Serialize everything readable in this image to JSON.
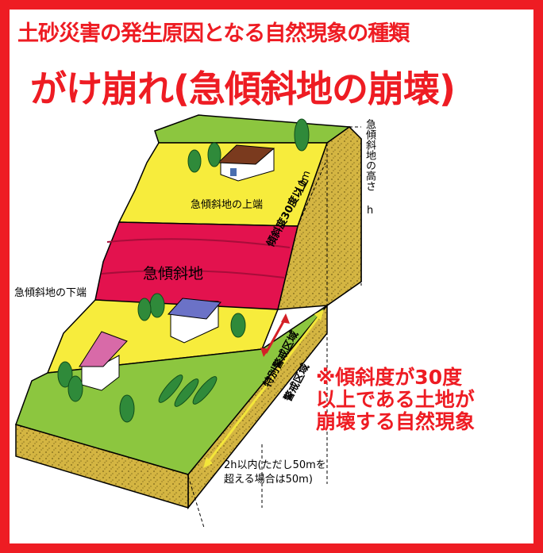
{
  "title": {
    "line1": "土砂災害の発生原因となる自然現象の種類",
    "line2": "がけ崩れ(急傾斜地の崩壊)"
  },
  "labels": {
    "height_label": "急傾斜地の高さ",
    "height_symbol": "h",
    "top_edge": "急傾斜地の上端",
    "ten_m": "10m",
    "slope": "急傾斜地",
    "bottom_edge": "急傾斜地の下端",
    "incline": "傾斜度30度以上",
    "special_zone": "特別警戒区域",
    "warning_zone": "警戒区域",
    "distance_line1": "2h以内(ただし50mを",
    "distance_line2": "超える場合は50m)"
  },
  "note": {
    "line1": "※傾斜度が30度",
    "line2": "以上である土地が",
    "line3": "崩壊する自然現象"
  },
  "colors": {
    "frame": "#ee1c23",
    "title": "#ee1c23",
    "grass": "#8cc63f",
    "yellow_band": "#f7ec3c",
    "slope_red": "#e3124e",
    "soil": "#d4b542",
    "special_arrow": "#d42027",
    "warning_arrow": "#f3e63a"
  }
}
